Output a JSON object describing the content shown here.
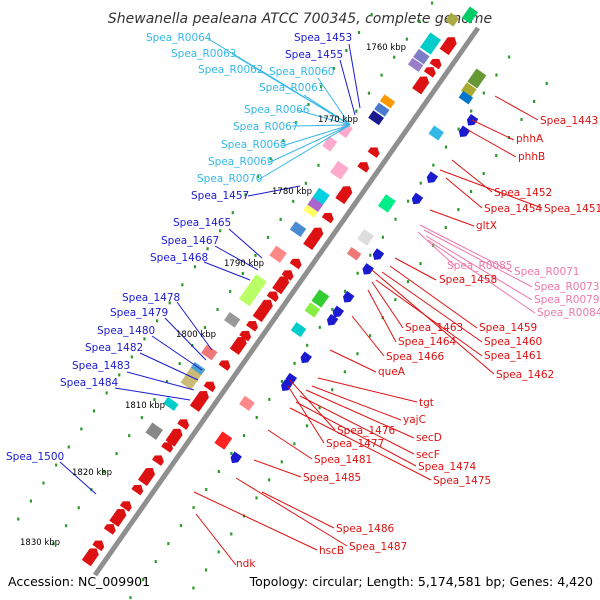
{
  "title": "Shewanella pealeana ATCC 700345, complete genome",
  "footer": {
    "accession": "Accession: NC_009901",
    "summary": "Topology: circular; Length: 5,174,581 bp; Genes: 4,420"
  },
  "colors": {
    "rna": "#33b8e8",
    "forward_gene": "#1a1ad0",
    "reverse_gene": "#dd1111",
    "pink_gene": "#ee77aa",
    "backbone": "#8f8f8f"
  },
  "ticks": [
    {
      "label": "1760 kbp",
      "pos": 0.07
    },
    {
      "label": "1770 kbp",
      "pos": 0.2
    },
    {
      "label": "1780 kbp",
      "pos": 0.32
    },
    {
      "label": "1790 kbp",
      "pos": 0.44
    },
    {
      "label": "1800 kbp",
      "pos": 0.56
    },
    {
      "label": "1810 kbp",
      "pos": 0.68
    },
    {
      "label": "1820 kbp",
      "pos": 0.8
    },
    {
      "label": "1830 kbp",
      "pos": 0.92
    }
  ],
  "labels": [
    {
      "text": "Spea_R0064",
      "group": "rna",
      "side": "left",
      "pos": 0.11
    },
    {
      "text": "Spea_R0063",
      "group": "rna",
      "side": "left",
      "pos": 0.12
    },
    {
      "text": "Spea_R0062",
      "group": "rna",
      "side": "left",
      "pos": 0.13
    },
    {
      "text": "Spea_R0060",
      "group": "rna",
      "side": "left",
      "pos": 0.14
    },
    {
      "text": "Spea_R0061",
      "group": "rna",
      "side": "left",
      "pos": 0.15
    },
    {
      "text": "Spea_R0066",
      "group": "rna",
      "side": "left",
      "pos": 0.16
    },
    {
      "text": "Spea_R0067",
      "group": "rna",
      "side": "left",
      "pos": 0.17
    },
    {
      "text": "Spea_R0068",
      "group": "rna",
      "side": "left",
      "pos": 0.18
    },
    {
      "text": "Spea_R0069",
      "group": "rna",
      "side": "left",
      "pos": 0.19
    },
    {
      "text": "Spea_R0070",
      "group": "rna",
      "side": "left",
      "pos": 0.2
    },
    {
      "text": "Spea_1453",
      "group": "forward",
      "side": "left",
      "pos": 0.14
    },
    {
      "text": "Spea_1455",
      "group": "forward",
      "side": "left",
      "pos": 0.16
    },
    {
      "text": "Spea_1457",
      "group": "forward",
      "side": "left",
      "pos": 0.33
    },
    {
      "text": "Spea_1465",
      "group": "forward",
      "side": "left",
      "pos": 0.43
    },
    {
      "text": "Spea_1467",
      "group": "forward",
      "side": "left",
      "pos": 0.45
    },
    {
      "text": "Spea_1468",
      "group": "forward",
      "side": "left",
      "pos": 0.47
    },
    {
      "text": "Spea_1478",
      "group": "forward",
      "side": "left",
      "pos": 0.6
    },
    {
      "text": "Spea_1479",
      "group": "forward",
      "side": "left",
      "pos": 0.61
    },
    {
      "text": "Spea_1480",
      "group": "forward",
      "side": "left",
      "pos": 0.62
    },
    {
      "text": "Spea_1482",
      "group": "forward",
      "side": "left",
      "pos": 0.63
    },
    {
      "text": "Spea_1483",
      "group": "forward",
      "side": "left",
      "pos": 0.64
    },
    {
      "text": "Spea_1484",
      "group": "forward",
      "side": "left",
      "pos": 0.65
    },
    {
      "text": "Spea_1500",
      "group": "forward",
      "side": "left",
      "pos": 0.83
    },
    {
      "text": "Spea_1443",
      "group": "reverse",
      "side": "right",
      "pos": 0.16
    },
    {
      "text": "phhA",
      "group": "reverse",
      "side": "right",
      "pos": 0.21
    },
    {
      "text": "phhB",
      "group": "reverse",
      "side": "right",
      "pos": 0.22
    },
    {
      "text": "Spea_1452",
      "group": "reverse",
      "side": "right",
      "pos": 0.3
    },
    {
      "text": "Spea_1454",
      "group": "reverse",
      "side": "right",
      "pos": 0.32
    },
    {
      "text": "Spea_1451",
      "group": "reverse",
      "side": "right",
      "pos": 0.31
    },
    {
      "text": "gltX",
      "group": "reverse",
      "side": "right",
      "pos": 0.35
    },
    {
      "text": "Spea_R0085",
      "group": "pink",
      "side": "right",
      "pos": 0.37
    },
    {
      "text": "Spea_R0071",
      "group": "pink",
      "side": "right",
      "pos": 0.38
    },
    {
      "text": "Spea_R0073",
      "group": "pink",
      "side": "right",
      "pos": 0.39
    },
    {
      "text": "Spea_R0079",
      "group": "pink",
      "side": "right",
      "pos": 0.4
    },
    {
      "text": "Spea_R0084",
      "group": "pink",
      "side": "right",
      "pos": 0.41
    },
    {
      "text": "Spea_1458",
      "group": "reverse",
      "side": "right",
      "pos": 0.44
    },
    {
      "text": "Spea_1463",
      "group": "reverse",
      "side": "right",
      "pos": 0.5
    },
    {
      "text": "Spea_1459",
      "group": "reverse",
      "side": "right",
      "pos": 0.51
    },
    {
      "text": "Spea_1464",
      "group": "reverse",
      "side": "right",
      "pos": 0.52
    },
    {
      "text": "Spea_1460",
      "group": "reverse",
      "side": "right",
      "pos": 0.53
    },
    {
      "text": "Spea_1466",
      "group": "reverse",
      "side": "right",
      "pos": 0.54
    },
    {
      "text": "Spea_1461",
      "group": "reverse",
      "side": "right",
      "pos": 0.55
    },
    {
      "text": "Spea_1462",
      "group": "reverse",
      "side": "right",
      "pos": 0.56
    },
    {
      "text": "queA",
      "group": "reverse",
      "side": "right",
      "pos": 0.58
    },
    {
      "text": "tgt",
      "group": "reverse",
      "side": "right",
      "pos": 0.6
    },
    {
      "text": "yajC",
      "group": "reverse",
      "side": "right",
      "pos": 0.62
    },
    {
      "text": "Spea_1476",
      "group": "reverse",
      "side": "right",
      "pos": 0.63
    },
    {
      "text": "secD",
      "group": "reverse",
      "side": "right",
      "pos": 0.64
    },
    {
      "text": "Spea_1477",
      "group": "reverse",
      "side": "right",
      "pos": 0.65
    },
    {
      "text": "secF",
      "group": "reverse",
      "side": "right",
      "pos": 0.66
    },
    {
      "text": "Spea_1481",
      "group": "reverse",
      "side": "right",
      "pos": 0.67
    },
    {
      "text": "Spea_1474",
      "group": "reverse",
      "side": "right",
      "pos": 0.68
    },
    {
      "text": "Spea_1485",
      "group": "reverse",
      "side": "right",
      "pos": 0.69
    },
    {
      "text": "Spea_1475",
      "group": "reverse",
      "side": "right",
      "pos": 0.7
    },
    {
      "text": "Spea_1486",
      "group": "reverse",
      "side": "right",
      "pos": 0.79
    },
    {
      "text": "Spea_1487",
      "group": "reverse",
      "side": "right",
      "pos": 0.81
    },
    {
      "text": "hscB",
      "group": "reverse",
      "side": "right",
      "pos": 0.82
    },
    {
      "text": "ndk",
      "group": "reverse",
      "side": "right",
      "pos": 0.87
    }
  ]
}
